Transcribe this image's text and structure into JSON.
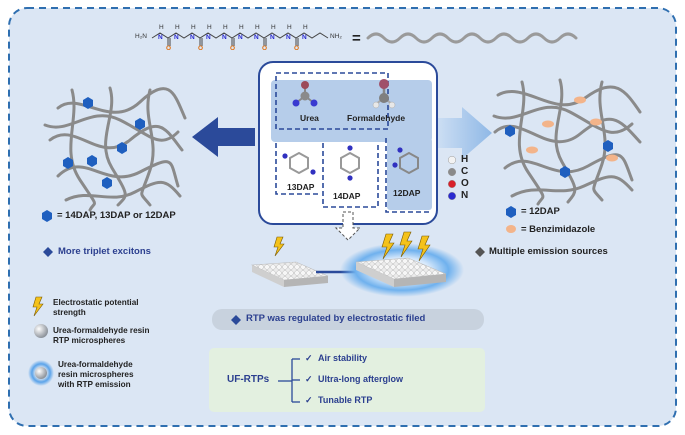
{
  "polymer_formula": {
    "end_left": "H₂N",
    "end_right": "NH₂",
    "nh": "H",
    "n": "N",
    "o": "O",
    "equals": "="
  },
  "center_box": {
    "urea": "Urea",
    "formaldehyde": "Formaldehyde",
    "dap13": "13DAP",
    "dap14": "14DAP",
    "dap12": "12DAP"
  },
  "atom_legend": [
    {
      "label": "H",
      "color": "#f2f2f2"
    },
    {
      "label": "C",
      "color": "#8a8a8a"
    },
    {
      "label": "O",
      "color": "#d8202a"
    },
    {
      "label": "N",
      "color": "#2a2ad0"
    }
  ],
  "left_panel": {
    "legend": "= 14DAP, 13DAP or 12DAP",
    "result": "More triplet excitons"
  },
  "right_panel": {
    "legend_dap": "= 12DAP",
    "legend_bzi": "= Benzimidazole",
    "result": "Multiple  emission sources"
  },
  "legend": {
    "lightning": "Electrostatic potential strength",
    "sphere": "Urea-formaldehyde resin RTP microspheres",
    "glow": "Urea-formaldehyde resin  microspheres with RTP emission"
  },
  "banner": "RTP was regulated  by electrostatic filed",
  "uf_rtps": {
    "title": "UF-RTPs",
    "items": [
      "Air stability",
      "Ultra-long afterglow",
      "Tunable RTP"
    ],
    "check": "✓"
  },
  "colors": {
    "navy": "#2b3f8f",
    "box": "#b6cdea",
    "panel_bg": "#dbe6f4",
    "green_box": "#e3f0e0",
    "banner": "#c8d2de"
  }
}
